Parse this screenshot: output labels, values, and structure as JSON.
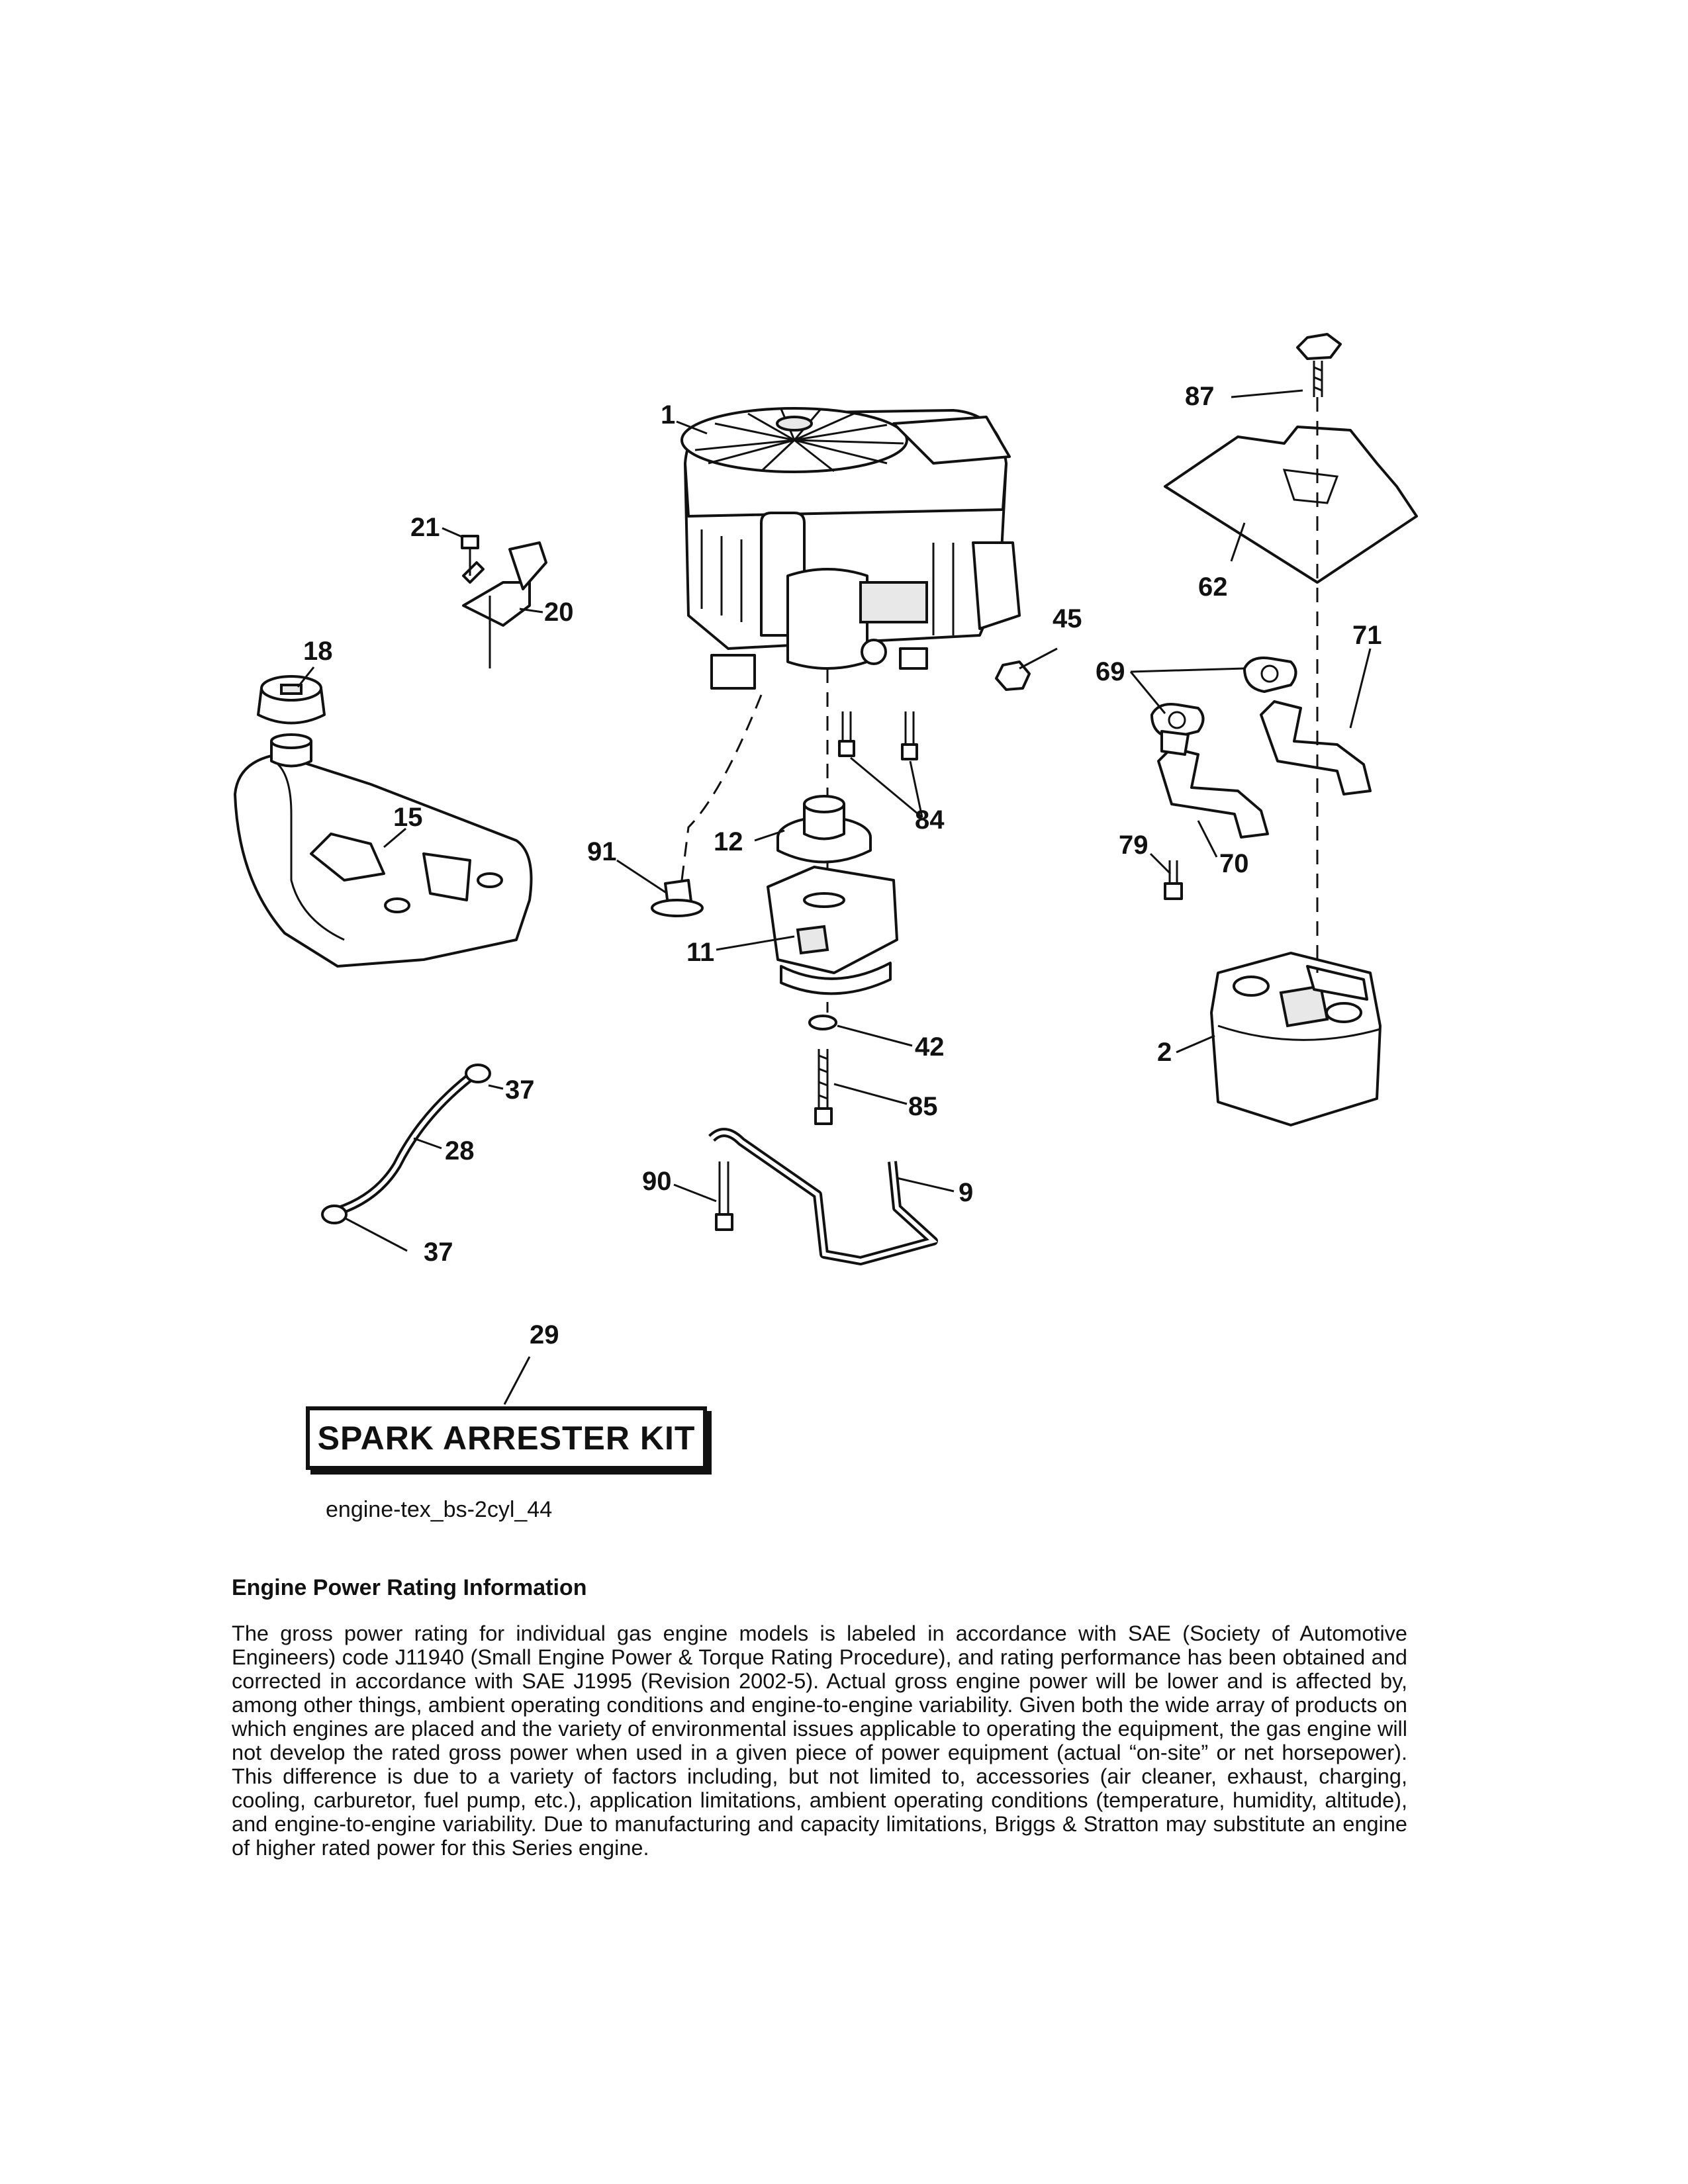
{
  "callouts": {
    "c1": "1",
    "c87": "87",
    "c21": "21",
    "c20": "20",
    "c62": "62",
    "c45": "45",
    "c71": "71",
    "c18": "18",
    "c69": "69",
    "c84": "84",
    "c15": "15",
    "c12": "12",
    "c91": "91",
    "c79": "79",
    "c70": "70",
    "c11": "11",
    "c42": "42",
    "c2": "2",
    "c37a": "37",
    "c85": "85",
    "c28": "28",
    "c90": "90",
    "c9": "9",
    "c37b": "37",
    "c29": "29"
  },
  "kit": {
    "title": "SPARK ARRESTER KIT"
  },
  "diagram_id": "engine-tex_bs-2cyl_44",
  "info": {
    "heading": "Engine Power Rating Information",
    "body": "The gross power rating for individual gas engine models is labeled in accordance with SAE (Society of Automotive Engineers) code J11940 (Small Engine Power & Torque Rating Procedure), and rating performance has been obtained and corrected in accordance with SAE J1995 (Revision 2002-5). Actual gross engine power will be lower and is affected by, among other things, ambient operating conditions and engine-to-engine variability. Given both the wide array of products on which engines are placed and the variety of environmental issues applicable to operating the equipment, the gas engine will not develop the rated gross power when used in a given piece of power equipment (actual “on-site” or net horsepower). This difference is due to a variety of factors including, but not limited to, accessories (air cleaner, exhaust, charging, cooling, carburetor, fuel pump, etc.), application limitations, ambient operating conditions (temperature, humidity, altitude), and engine-to-engine variability. Due to manufacturing and capacity limitations, Briggs & Stratton may substitute an engine of higher rated power for this Series engine."
  }
}
